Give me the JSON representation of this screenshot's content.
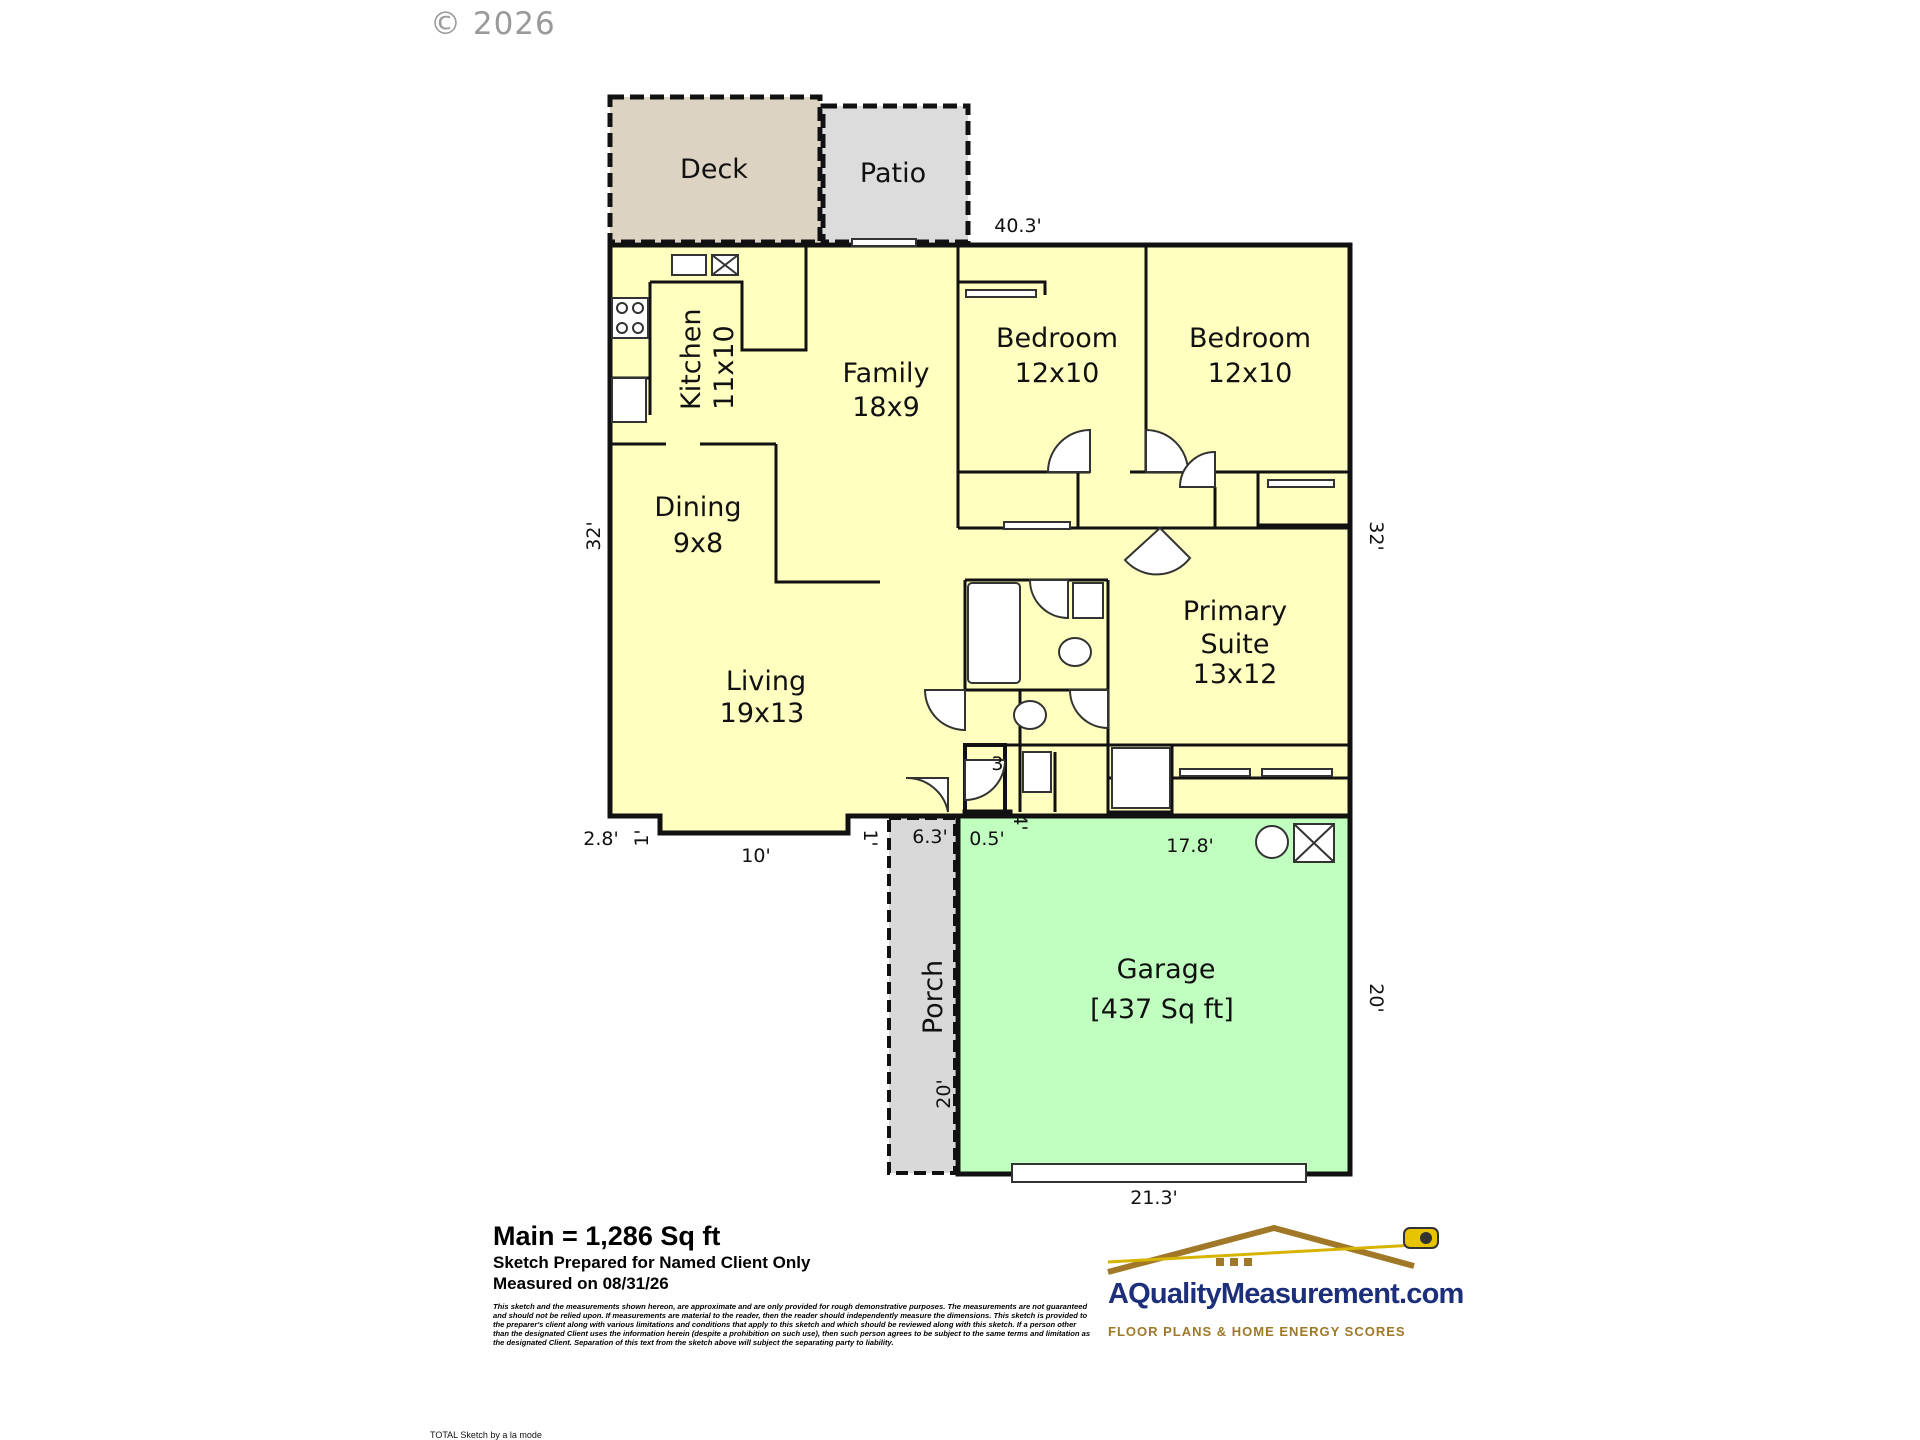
{
  "copyright": "© 2026",
  "rooms": {
    "deck": "Deck",
    "patio": "Patio",
    "kitchen_name": "Kitchen",
    "kitchen_size": "11x10",
    "family_name": "Family",
    "family_size": "18x9",
    "bedroom1_name": "Bedroom",
    "bedroom1_size": "12x10",
    "bedroom2_name": "Bedroom",
    "bedroom2_size": "12x10",
    "dining_name": "Dining",
    "dining_size": "9x8",
    "living_name": "Living",
    "living_size": "19x13",
    "primary_line1": "Primary",
    "primary_line2": "Suite",
    "primary_size": "13x12",
    "garage_name": "Garage",
    "garage_size": "[437 Sq ft]",
    "porch": "Porch"
  },
  "dimensions": {
    "top": "40.3'",
    "left": "32'",
    "right": "32'",
    "bump_left": "2.8'",
    "bump_1a": "1'",
    "bump_width": "10'",
    "bump_1b": "1'",
    "porch_top": "6.3'",
    "entry_offset": "0.5'",
    "closet_w": "3'",
    "closet_h": "4'",
    "garage_top": "17.8'",
    "garage_side": "20'",
    "porch_len": "20'",
    "garage_bottom": "21.3'"
  },
  "info": {
    "main_area": "Main = 1,286 Sq ft",
    "prepared": "Sketch Prepared for Named Client Only",
    "measured": "Measured on 08/31/26",
    "disclaimer": "This sketch and the measurements shown hereon, are approximate and are only provided for rough demonstrative purposes. The measurements are not guaranteed and should not be relied upon. If measurements are material to the reader, then the reader should independently measure the dimensions. This sketch is provided to the preparer's client along with various limitations and conditions that apply to this sketch and which should be reviewed along with this sketch. If a person other than the designated Client uses the information herein (despite a prohibition on such use), then such person agrees to be subject to the same terms and limitation as the designated Client. Separation of this text from the sketch above will subject the separating party to liability."
  },
  "logo": {
    "brand": "AQualityMeasurement.com",
    "tagline": "FLOOR PLANS & HOME ENERGY SCORES"
  },
  "credit": "TOTAL Sketch by a la mode",
  "colors": {
    "living_fill": "#ffffc0",
    "garage_fill": "#c0ffc0",
    "deck_fill": "#ddd3c3",
    "patio_fill": "#dcdcdc",
    "porch_fill": "#d9d9d9",
    "brand_blue": "#1d2f7a",
    "brand_gold": "#a07828"
  }
}
